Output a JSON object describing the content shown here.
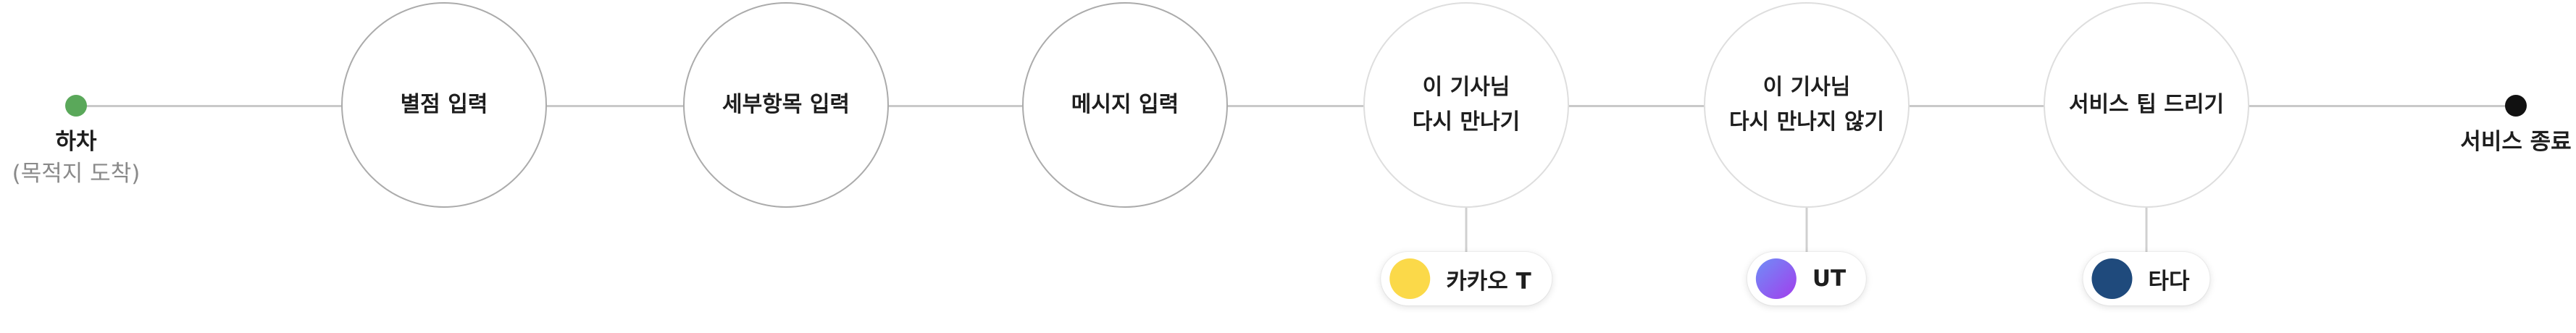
{
  "colors": {
    "start_dot": "#5aa85a",
    "end_dot": "#111111",
    "start_sub_text": "#8a8a8a",
    "kakao_icon": "#fbd949",
    "ut_icon_from": "#6f8ef7",
    "ut_icon_to": "#a23dec",
    "tada_icon": "#1f4a7c"
  },
  "start": {
    "label": "하차",
    "sub_label": "(목적지 도착)"
  },
  "steps": [
    {
      "label": "별점 입력"
    },
    {
      "label": "세부항목 입력"
    },
    {
      "label": "메시지 입력"
    },
    {
      "label_line1": "이 기사님",
      "label_line2": "다시 만나기"
    },
    {
      "label_line1": "이 기사님",
      "label_line2": "다시 만나지 않기"
    },
    {
      "label": "서비스 팁 드리기"
    }
  ],
  "services": [
    {
      "name": "카카오 T",
      "icon": "kakao-t-icon"
    },
    {
      "name": "UT",
      "icon": "ut-icon"
    },
    {
      "name": "타다",
      "icon": "tada-icon"
    }
  ],
  "end": {
    "label": "서비스 종료"
  }
}
